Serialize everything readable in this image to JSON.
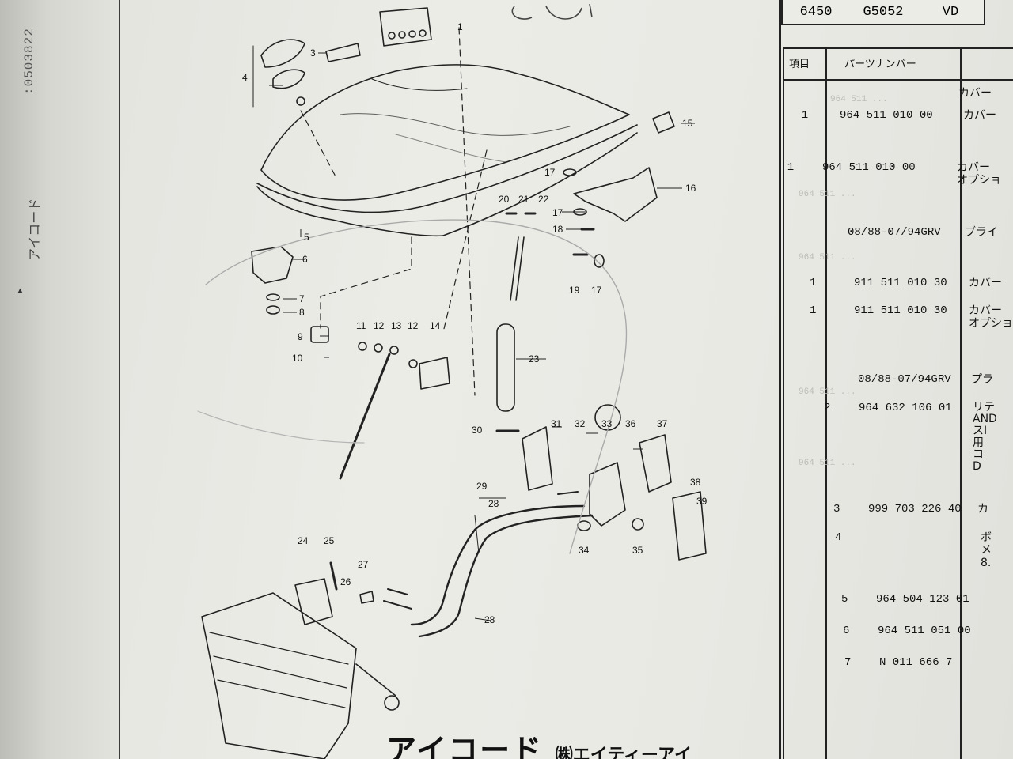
{
  "side": {
    "serial": ":0503822",
    "name": "アイコード",
    "arrow": "▲"
  },
  "header": {
    "cells": [
      "6450",
      "G5052",
      "VD"
    ]
  },
  "table": {
    "col_item": "項目",
    "col_part": "パーツナンバー",
    "rows": [
      {
        "item": "",
        "part": "",
        "desc": "カバー"
      },
      {
        "item": "1",
        "part": "964 511 010 00",
        "desc": "カバー"
      },
      {
        "item": "1",
        "part": "964 511 010 00",
        "desc": "カバー\nオプショ"
      },
      {
        "item": "",
        "part": "08/88-07/94GRV",
        "desc": "ブライ"
      },
      {
        "item": "1",
        "part": "911 511 010 30",
        "desc": "カバー"
      },
      {
        "item": "1",
        "part": "911 511 010 30",
        "desc": "カバー\nオプショ"
      },
      {
        "item": "",
        "part": "08/88-07/94GRV",
        "desc": "プラ"
      },
      {
        "item": "2",
        "part": "964 632 106 01",
        "desc": "リテ\nAND\nスI\n用\nコ\nD"
      },
      {
        "item": "3",
        "part": "999 703 226 40",
        "desc": "カ"
      },
      {
        "item": "4",
        "part": "",
        "desc": "ボ\nメ\n8."
      },
      {
        "item": "5",
        "part": "964 504 123 01",
        "desc": ""
      },
      {
        "item": "6",
        "part": "964 511 051 00",
        "desc": ""
      },
      {
        "item": "7",
        "part": "N   011 666 7",
        "desc": ""
      }
    ]
  },
  "diagram_labels": [
    "1",
    "3",
    "4",
    "5",
    "6",
    "7",
    "8",
    "9",
    "10",
    "11",
    "12",
    "13",
    "12",
    "14",
    "15",
    "16",
    "17",
    "17",
    "18",
    "17",
    "19",
    "20",
    "21",
    "22",
    "23",
    "24",
    "25",
    "26",
    "27",
    "28",
    "29",
    "28",
    "30",
    "31",
    "32",
    "33",
    "36",
    "37",
    "38",
    "39",
    "34",
    "35"
  ],
  "footer": {
    "title": "アイコード",
    "company": "㈱エイティーアイ"
  }
}
